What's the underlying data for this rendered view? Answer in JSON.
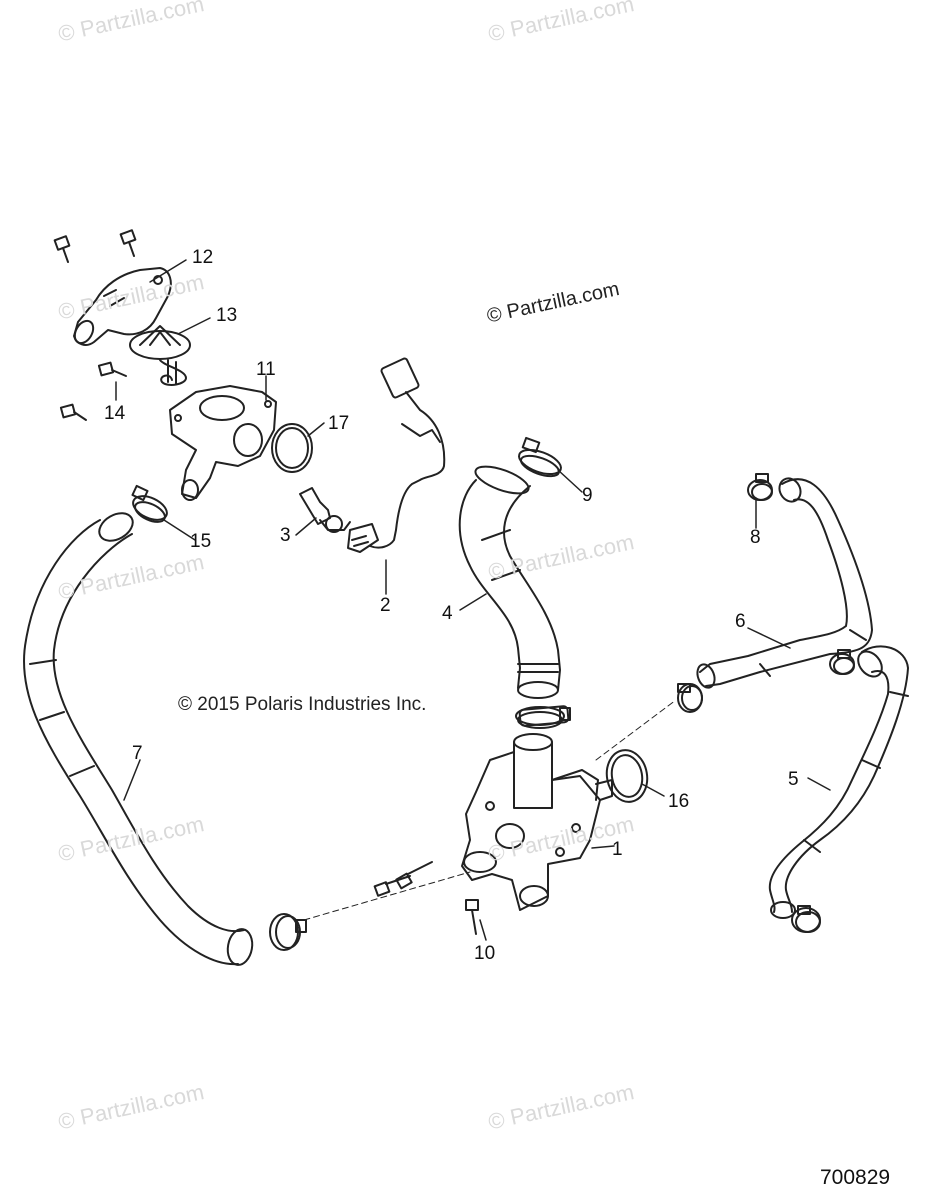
{
  "watermark": "© Partzilla.com",
  "watermark_main": "© Partzilla.com",
  "copyright": "© 2015 Polaris Industries Inc.",
  "diagram_id": "700829",
  "callouts": [
    "1",
    "2",
    "3",
    "4",
    "5",
    "6",
    "7",
    "8",
    "9",
    "10",
    "11",
    "12",
    "13",
    "14",
    "15",
    "16",
    "17"
  ]
}
